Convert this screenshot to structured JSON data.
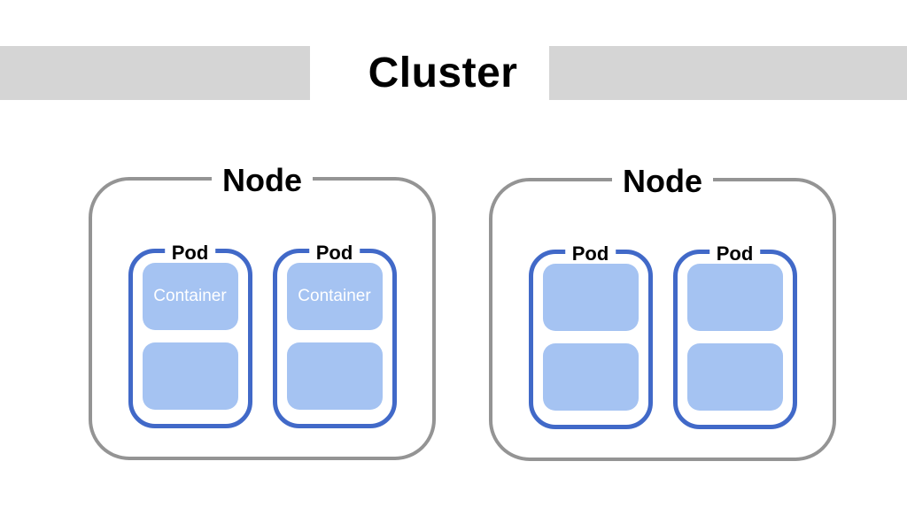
{
  "title": {
    "text": "Cluster"
  },
  "colors": {
    "bar_gray": "#d5d5d5",
    "node_border": "#949494",
    "pod_border": "#4169c8",
    "container_fill": "#a5c3f2",
    "container_text": "#ffffff",
    "label_text": "#000000"
  },
  "nodes": [
    {
      "label": "Node",
      "pods": [
        {
          "label": "Pod",
          "containers": [
            {
              "label": "Container"
            },
            {
              "label": ""
            }
          ]
        },
        {
          "label": "Pod",
          "containers": [
            {
              "label": "Container"
            },
            {
              "label": ""
            }
          ]
        }
      ]
    },
    {
      "label": "Node",
      "pods": [
        {
          "label": "Pod",
          "containers": [
            {
              "label": ""
            },
            {
              "label": ""
            }
          ]
        },
        {
          "label": "Pod",
          "containers": [
            {
              "label": ""
            },
            {
              "label": ""
            }
          ]
        }
      ]
    }
  ]
}
